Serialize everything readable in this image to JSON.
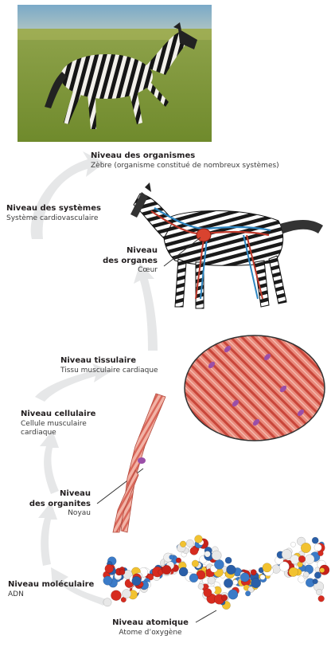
{
  "levels": {
    "organismes": {
      "title": "Niveau des organismes",
      "subtitle": "Zèbre (organisme constitué de nombreux systèmes)"
    },
    "systemes": {
      "title": "Niveau des systèmes",
      "subtitle": "Système cardiovasculaire"
    },
    "organes": {
      "title_line1": "Niveau",
      "title_line2": "des organes",
      "subtitle": "Cœur"
    },
    "tissulaire": {
      "title": "Niveau tissulaire",
      "subtitle": "Tissu musculaire cardiaque"
    },
    "cellulaire": {
      "title": "Niveau cellulaire",
      "subtitle_line1": "Cellule musculaire",
      "subtitle_line2": "cardiaque"
    },
    "organites": {
      "title_line1": "Niveau",
      "title_line2": "des organites",
      "subtitle": "Noyau"
    },
    "moleculaire": {
      "title": "Niveau moléculaire",
      "subtitle": "ADN"
    },
    "atomique": {
      "title": "Niveau atomique",
      "subtitle": "Atome d’oxygène"
    }
  },
  "colors": {
    "arrow": "#e6e7e8",
    "muscle": "#d7574a",
    "nucleus": "#9b4fa8",
    "label_title": "#231f20",
    "label_sub": "#3a3a3a"
  },
  "icons": {
    "photo": "zebra-photo",
    "drawing": "zebra-cardiovascular-drawing",
    "tissue": "cardiac-tissue-circle",
    "cell": "muscle-cell",
    "dna": "dna-molecule"
  }
}
